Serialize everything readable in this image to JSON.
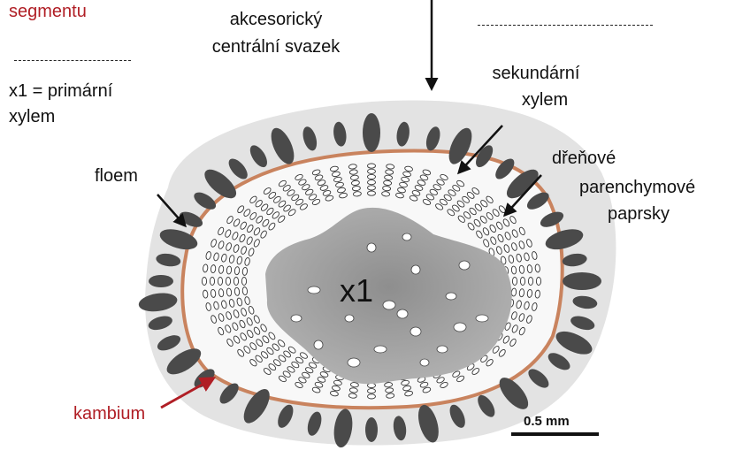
{
  "labels": {
    "segment_tail": "segmentu",
    "primary_line1": "x1 = primární",
    "primary_line2": "xylem",
    "central_line1": "akcesorický",
    "central_line2": "centrální svazek",
    "secondary_line1": "sekundární",
    "secondary_line2": "xylem",
    "rays_line1": "dřeňové",
    "rays_line2": "parenchymové",
    "rays_line3": "paprsky",
    "phloem": "floem",
    "cambium": "kambium",
    "x1": "x1",
    "scale": "0.5 mm"
  },
  "colors": {
    "accent_red": "#b01e25",
    "cambium_ring": "#c9835e",
    "phloem_dark": "#4a4a4a",
    "xylem_gray": "#9c9c9c",
    "outer_gray": "#e3e3e3"
  }
}
